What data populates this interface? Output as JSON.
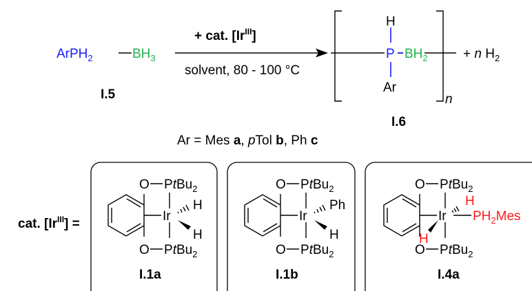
{
  "reaction": {
    "reactant": {
      "ar": "ArPH",
      "h_sub": "2",
      "bh": "BH",
      "bh_sub": "3",
      "label": "I.5"
    },
    "arrow_top": {
      "prefix": "+ ",
      "cat": "cat. [Ir",
      "ox": "III",
      "close": "]"
    },
    "arrow_bottom": "solvent, 80 - 100 °C",
    "product": {
      "h_top": "H",
      "p": "P",
      "bh": "BH",
      "bh_sub": "2",
      "ar": "Ar",
      "n": "n",
      "label": "I.6"
    },
    "byproduct": {
      "plus": "+ ",
      "n": "n",
      "h": " H",
      "h_sub": "2"
    },
    "ar_definition": {
      "lead": "Ar = Mes ",
      "a": "a",
      "sep1": ", ",
      "p": "p",
      "tol": "Tol ",
      "b": "b",
      "sep2": ", Ph ",
      "c": "c"
    }
  },
  "catalysts": {
    "lead": {
      "cat": "cat. [Ir",
      "ox": "III",
      "close": "] ="
    },
    "ligand": {
      "o": "O",
      "p": "P",
      "t": "t",
      "bu": "Bu",
      "bu_sub": "2"
    },
    "metal": "Ir",
    "items": [
      {
        "label": "I.1a",
        "upper": "H",
        "lower": "H"
      },
      {
        "label": "I.1b",
        "upper": "Ph",
        "lower": "H"
      },
      {
        "label": "I.4a",
        "h1": "H",
        "h2": "H",
        "ph": "PH",
        "ph_sub": "2",
        "mes": "Mes"
      }
    ]
  }
}
